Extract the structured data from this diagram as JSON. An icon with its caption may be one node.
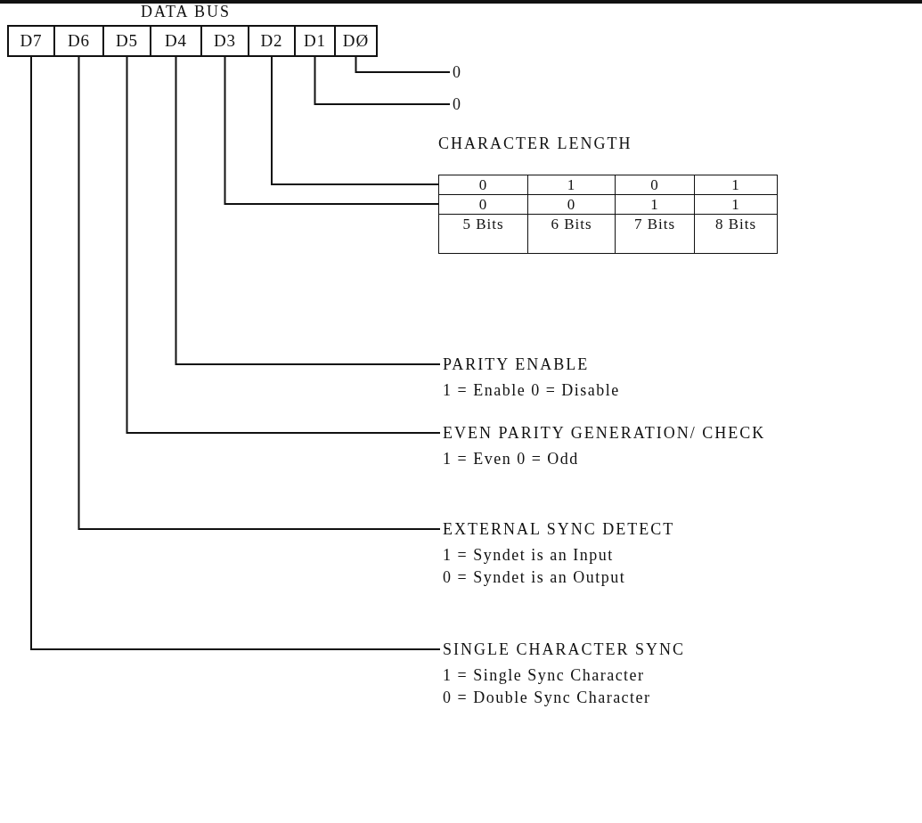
{
  "diagram": {
    "nodes": [
      {
        "text": [
          "DATA BUS"
        ]
      },
      {
        "text": [
          "D7"
        ],
        "in": 0
      },
      {
        "text": [
          "D6"
        ],
        "in": 0
      },
      {
        "text": [
          "D5"
        ],
        "in": 0
      },
      {
        "text": [
          "D4"
        ],
        "in": 0
      },
      {
        "text": [
          "D3"
        ],
        "in": 0
      },
      {
        "text": [
          "D2"
        ],
        "in": 0
      },
      {
        "text": [
          "D1"
        ],
        "in": 0
      },
      {
        "text": [
          "DØ"
        ],
        "in": 0
      },
      {
        "text": [
          "0"
        ]
      },
      {
        "text": [
          "0"
        ]
      },
      {
        "text": [
          "CHARACTER LENGTH"
        ]
      },
      {
        "text": [
          "0",
          "1",
          "0",
          "1"
        ],
        "in": 11
      },
      {
        "text": [
          "0",
          "0",
          "1",
          "1"
        ],
        "in": 11
      },
      {
        "text": [
          "5 Bits",
          "6 Bits",
          "7 Bits",
          "8 Bits"
        ],
        "in": 11
      },
      {
        "text": [
          "PARITY ENABLE",
          "1 = Enable 0 = Disable"
        ]
      },
      {
        "text": [
          "EVEN PARITY GENERATION/ CHECK",
          "1 = Even 0 = Odd"
        ]
      },
      {
        "text": [
          "EXTERNAL SYNC DETECT",
          "1 = Syndet is an Input",
          "0 = Syndet is an Output"
        ]
      },
      {
        "text": [
          "SINGLE CHARACTER SYNC",
          "1 = Single Sync Character",
          "0 = Double Sync Character"
        ]
      }
    ],
    "edges": [
      {
        "from": 8,
        "to": 9,
        "arrow": "none"
      },
      {
        "from": 7,
        "to": 10,
        "arrow": "none"
      },
      {
        "from": 6,
        "to": 12,
        "arrow": "none"
      },
      {
        "from": 5,
        "to": 13,
        "arrow": "none"
      },
      {
        "from": 4,
        "to": 15,
        "arrow": "none"
      },
      {
        "from": 3,
        "to": 16,
        "arrow": "none"
      },
      {
        "from": 2,
        "to": 17,
        "arrow": "none"
      },
      {
        "from": 1,
        "to": 18,
        "arrow": "none"
      }
    ]
  }
}
